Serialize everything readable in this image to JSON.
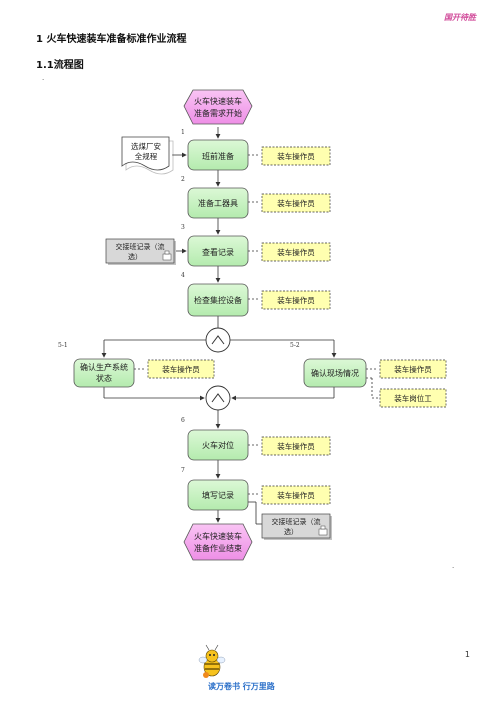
{
  "header": {
    "brand": "国开待胜"
  },
  "section": {
    "heading": "1 火车快速装车准备标准作业流程",
    "subheading": "1.1流程图"
  },
  "flow": {
    "start": [
      "火车快速装车",
      "准备需求开始"
    ],
    "end": [
      "火车快速装车",
      "准备作业结束"
    ],
    "steps": [
      {
        "num": "1",
        "label": "班前准备"
      },
      {
        "num": "2",
        "label": "准备工器具"
      },
      {
        "num": "3",
        "label": "查看记录"
      },
      {
        "num": "4",
        "label": "检查集控设备"
      },
      {
        "num": "6",
        "label": "火车对位"
      },
      {
        "num": "7",
        "label": "填写记录"
      }
    ],
    "branches": [
      {
        "num": "5-1",
        "label": [
          "确认生产系统",
          "状态"
        ]
      },
      {
        "num": "5-2",
        "label": "确认现场情况"
      }
    ],
    "roles": {
      "operator": "装车操作员",
      "post_worker": "装车岗位工"
    },
    "documents": {
      "procedure": [
        "选煤厂安",
        "全规程"
      ],
      "handover_1": [
        "交接班记录（流",
        "选）"
      ],
      "handover_2": [
        "交接班记录（流",
        "选）"
      ]
    }
  },
  "page_number": "1",
  "footer": {
    "slogan": "读万卷书  行万里路"
  },
  "colors": {
    "process_fill": "#c9f3c4",
    "start_end_fill": "#f5a6ee",
    "role_fill": "#ffffb0",
    "document_fill": "#d8d8d8",
    "header_accent": "#d14b9a",
    "footer_accent": "#2a6fc9"
  }
}
